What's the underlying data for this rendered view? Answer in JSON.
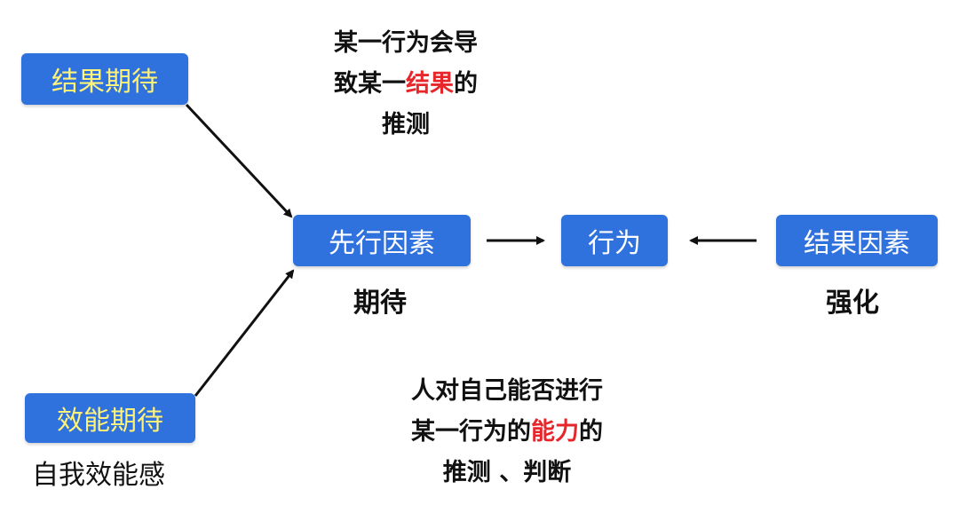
{
  "boxes": {
    "outcome_expectation": "结果期待",
    "efficacy_expectation": "效能期待",
    "antecedent_factor": "先行因素",
    "behavior": "行为",
    "outcome_factor": "结果因素"
  },
  "labels": {
    "expectation": "期待",
    "reinforcement": "强化",
    "self_efficacy": "自我效能感"
  },
  "notes": {
    "outcome": {
      "line1": "某一行为会导",
      "line2_pre": "致某一",
      "line2_highlight": "结果",
      "line2_post": "的",
      "line3": "推测"
    },
    "efficacy": {
      "line1": "人对自己能否进行",
      "line2_pre": "某一行为的",
      "line2_highlight": "能力",
      "line2_post": "的",
      "line3": "推测 、判断"
    }
  },
  "colors": {
    "box_fill": "#2f72de",
    "box_text": "#ffffff",
    "box_text_gold": "#fff27a",
    "highlight": "#e6262a",
    "arrow": "#111111"
  }
}
